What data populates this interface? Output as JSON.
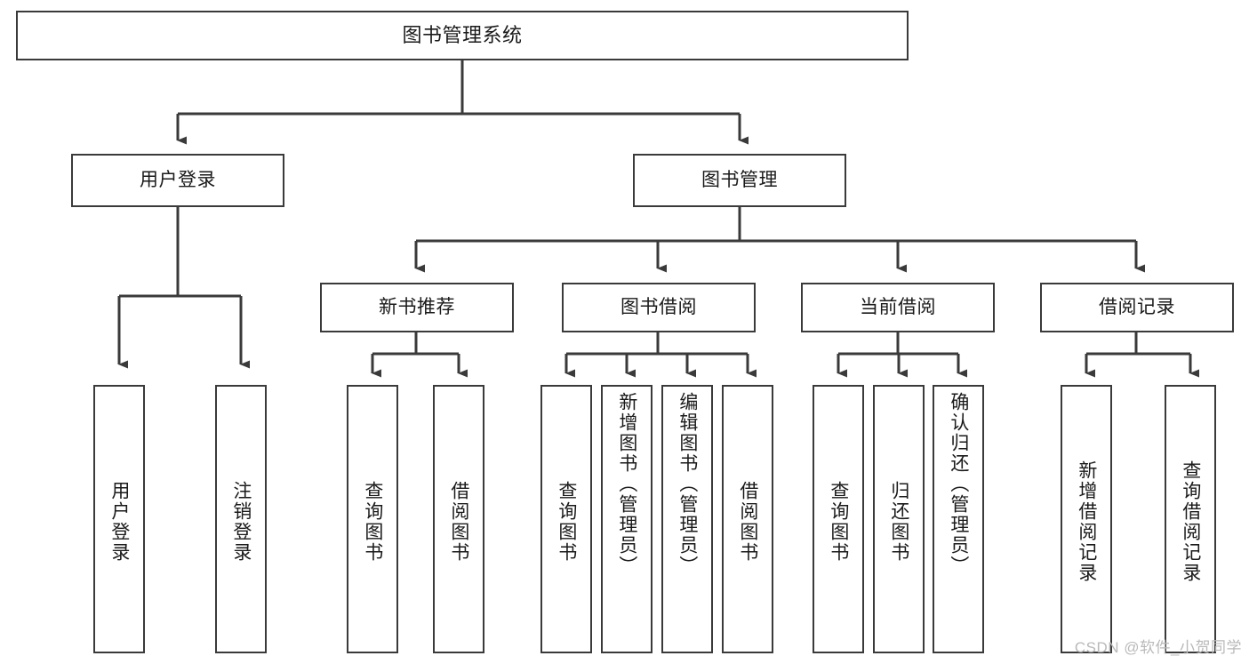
{
  "diagram": {
    "title": "图书管理系统",
    "type": "hierarchy-tree",
    "root": {
      "label": "图书管理系统"
    },
    "level1": [
      {
        "label": "用户登录"
      },
      {
        "label": "图书管理"
      }
    ],
    "level2": [
      {
        "label": "新书推荐"
      },
      {
        "label": "图书借阅"
      },
      {
        "label": "当前借阅"
      },
      {
        "label": "借阅记录"
      }
    ],
    "leaves": {
      "user_login": [
        {
          "label": "用户登录"
        },
        {
          "label": "注销登录"
        }
      ],
      "new_book_recommend": [
        {
          "label": "查询图书"
        },
        {
          "label": "借阅图书"
        }
      ],
      "book_borrow": [
        {
          "label": "查询图书"
        },
        {
          "label": "新增图书（管理员）"
        },
        {
          "label": "编辑图书（管理员）"
        },
        {
          "label": "借阅图书"
        }
      ],
      "current_borrow": [
        {
          "label": "查询图书"
        },
        {
          "label": "归还图书"
        },
        {
          "label": "确认归还（管理员）"
        }
      ],
      "borrow_record": [
        {
          "label": "新增借阅记录"
        },
        {
          "label": "查询借阅记录"
        }
      ]
    }
  },
  "watermark": {
    "text": "CSDN @软件_小贺同学"
  },
  "colors": {
    "border": "#3a3a3a",
    "text": "#1a1a1a",
    "background": "#ffffff",
    "watermark": "#b9b9b9"
  }
}
